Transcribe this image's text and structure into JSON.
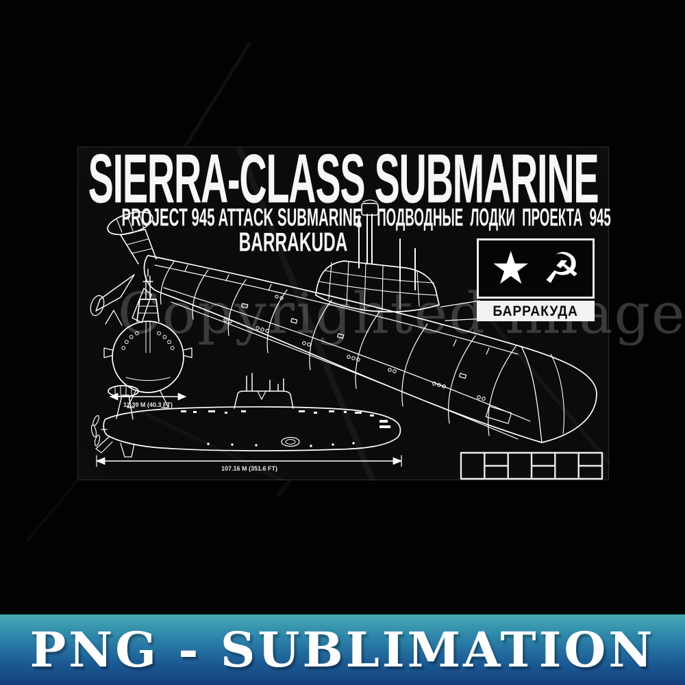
{
  "artwork": {
    "title": "SIERRA-CLASS SUBMARINE",
    "subtitle_left": "PROJECT 945 ATTACK SUBMARINE",
    "variant_name": "BARRAKUDA",
    "subtitle_right": "ПОДВОДНЫЕ ЛОДКИ ПРОЕКТА 945",
    "flag": {
      "label": "БАРРАКУДА",
      "star_icon": "★",
      "hammer_sickle_icon": "☭"
    },
    "dimensions": {
      "beam_label": "12.39 M (40.3 FT)",
      "length_label": "107.16 M (351.6 FT)"
    },
    "watermark_text": "Copyrighted image",
    "colors": {
      "line": "#ffffff",
      "panel_background": "#0b0b0b",
      "page_background": "#020202",
      "watermark": "#7a766f"
    }
  },
  "banner": {
    "label": "PNG - SUBLIMATION",
    "colors": {
      "gradient_top": "#46aab4",
      "gradient_bottom": "#123f7b",
      "text": "#ffffff"
    }
  }
}
